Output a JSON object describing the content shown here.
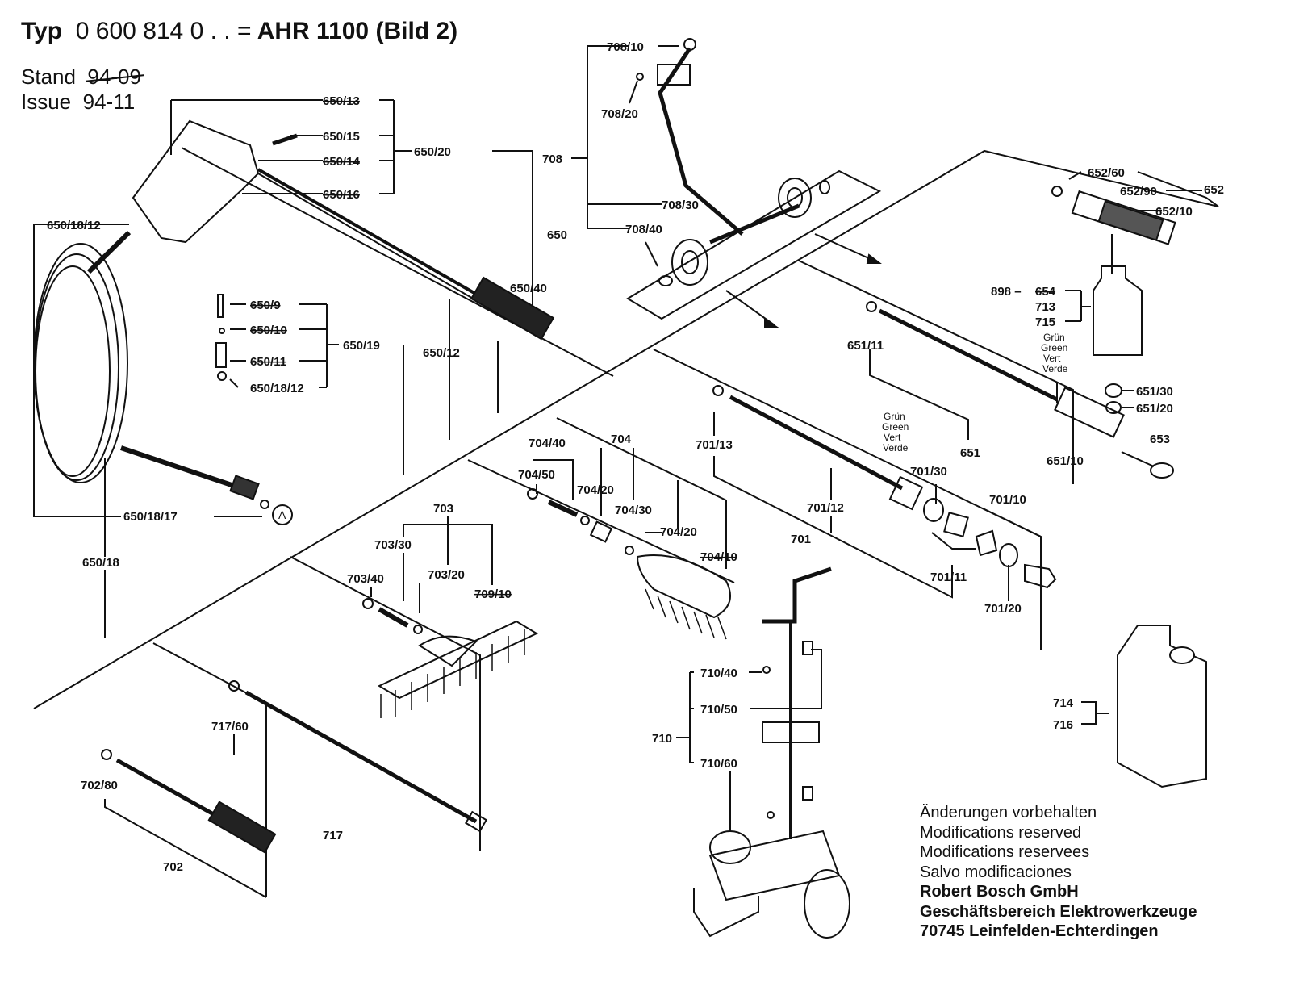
{
  "header": {
    "typ_label": "Typ",
    "type_number": "0 600 814 0 . . =",
    "model": "AHR 1100 (Bild 2)",
    "stand_label": "Stand",
    "stand_value": "94-09",
    "issue_label": "Issue",
    "issue_value": "94-11"
  },
  "parts": {
    "p650_13": "650/13",
    "p650_15": "650/15",
    "p650_14": "650/14",
    "p650_16": "650/16",
    "p650_20": "650/20",
    "p650": "650",
    "p650_40": "650/40",
    "p650_12": "650/12",
    "p650_18_12a": "650/18/12",
    "p650_9": "650/9",
    "p650_10": "650/10",
    "p650_11": "650/11",
    "p650_18_12b": "650/18/12",
    "p650_19": "650/19",
    "p650_18_17": "650/18/17",
    "p650_18": "650/18",
    "circle_a": "A",
    "p708_10": "708/10",
    "p708_20": "708/20",
    "p708": "708",
    "p708_30": "708/30",
    "p708_40": "708/40",
    "p652_60": "652/60",
    "p652_90": "652/90",
    "p652": "652",
    "p652_10": "652/10",
    "p898": "898 –",
    "p654": "654",
    "p713": "713",
    "p715": "715",
    "p651_11": "651/11",
    "p651_30": "651/30",
    "p651_20": "651/20",
    "p651": "651",
    "p651_10": "651/10",
    "p653": "653",
    "p701_13": "701/13",
    "p701_30": "701/30",
    "p701_12": "701/12",
    "p701": "701",
    "p701_10": "701/10",
    "p701_11": "701/11",
    "p701_20": "701/20",
    "p704_40": "704/40",
    "p704": "704",
    "p704_50": "704/50",
    "p704_20a": "704/20",
    "p704_30": "704/30",
    "p704_20b": "704/20",
    "p704_10": "704/10",
    "p703": "703",
    "p703_30": "703/30",
    "p703_40": "703/40",
    "p703_20": "703/20",
    "p709_10": "709/10",
    "p710_40": "710/40",
    "p710_50": "710/50",
    "p710": "710",
    "p710_60": "710/60",
    "p714": "714",
    "p716": "716",
    "p717_60": "717/60",
    "p717": "717",
    "p702_80": "702/80",
    "p702": "702"
  },
  "color_labels": {
    "left": [
      "Grün",
      "Green",
      "Vert",
      "Verde"
    ],
    "right": [
      "Grün",
      "Green",
      "Vert",
      "Verde"
    ]
  },
  "footer": {
    "line1": "Änderungen vorbehalten",
    "line2": "Modifications reserved",
    "line3": "Modifications reservees",
    "line4": "Salvo modificaciones",
    "company": "Robert Bosch GmbH",
    "division": "Geschäftsbereich Elektrowerkzeuge",
    "address": "70745 Leinfelden-Echterdingen"
  }
}
